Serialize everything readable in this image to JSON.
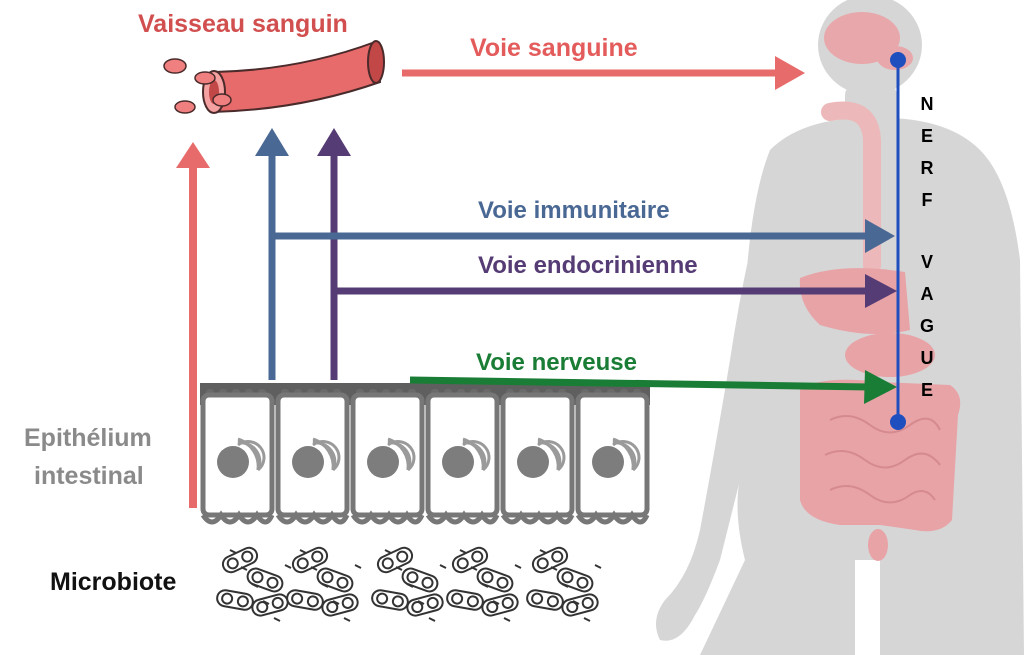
{
  "labels": {
    "vessel": "Vaisseau sanguin",
    "epithelium_line1": "Epithélium",
    "epithelium_line2": "intestinal",
    "microbiota": "Microbiote"
  },
  "pathways": [
    {
      "id": "blood",
      "label": "Voie sanguine",
      "color": "#e45b5b"
    },
    {
      "id": "immune",
      "label": "Voie immunitaire",
      "color": "#4a6894"
    },
    {
      "id": "endocrine",
      "label": "Voie endocrinienne",
      "color": "#553c75"
    },
    {
      "id": "nervous",
      "label": "Voie nerveuse",
      "color": "#1a7d36"
    }
  ],
  "vagus_nerve": {
    "letters": [
      "N",
      "E",
      "R",
      "F",
      "V",
      "A",
      "G",
      "U",
      "E"
    ],
    "color": "#1f4fbf"
  },
  "colors": {
    "body_grey": "#d3d3d3",
    "organ_pink": "#e9a3a7",
    "vessel_red": "#e86b6b",
    "cell_grey": "#8a8a8a",
    "epithelium_label": "#8a8a8a"
  }
}
